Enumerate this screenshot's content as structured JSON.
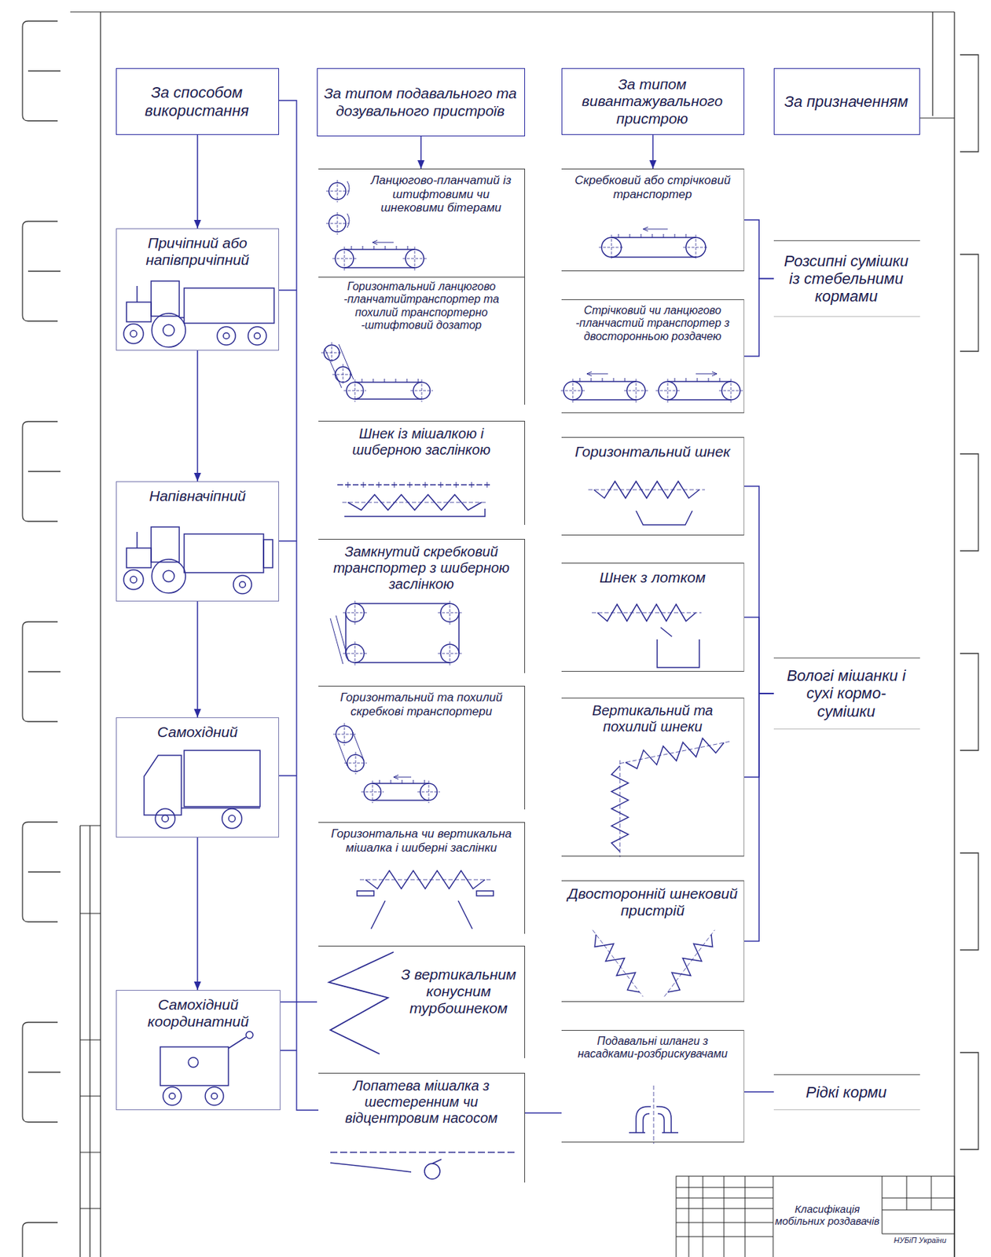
{
  "diagram": {
    "nodes": [
      {
        "text": [
          "За способом використання"
        ]
      },
      {
        "text": [
          "За типом подавального та дозувального пристроїв"
        ]
      },
      {
        "text": [
          "За типом вивантажувального пристрою"
        ]
      },
      {
        "text": [
          "За призначенням"
        ]
      },
      {
        "text": [
          "Причіпний або напівпричіпний"
        ]
      },
      {
        "text": [
          "Напівначіпний"
        ]
      },
      {
        "text": [
          "Самохідний"
        ]
      },
      {
        "text": [
          "Самохідний координатний"
        ]
      },
      {
        "text": [
          "Ланцюгово-планчатий із штифтовими чи шнековими бітерами"
        ]
      },
      {
        "text": [
          "Горизонтальний ланцюгово -планчатийтранспортер та похилий транспортерно -штифтовий дозатор"
        ]
      },
      {
        "text": [
          "Шнек із мішалкою і шиберною заслінкою"
        ]
      },
      {
        "text": [
          "Замкнутий скребковий транспортер з шиберною заслінкою"
        ]
      },
      {
        "text": [
          "Горизонтальний та похилий скребкові транспортери"
        ]
      },
      {
        "text": [
          "Горизонтальна чи вертикальна мішалка і шиберні заслінки"
        ]
      },
      {
        "text": [
          "З вертикальним конусним турбошнеком"
        ]
      },
      {
        "text": [
          "Лопатева мішалка з шестеренним чи відцентровим насосом"
        ]
      },
      {
        "text": [
          "Скребковий або стрічковий транспортер"
        ]
      },
      {
        "text": [
          "Стрічковий чи ланцюгово -планчастий транспортер з двосторонньою роздачею"
        ]
      },
      {
        "text": [
          "Горизонтальний шнек"
        ]
      },
      {
        "text": [
          "Шнек з лотком"
        ]
      },
      {
        "text": [
          "Вертикальний та похилий шнеки"
        ]
      },
      {
        "text": [
          "Двосторонній шнековий пристрій"
        ]
      },
      {
        "text": [
          "Подавальні шланги з насадками-розбрискувачами"
        ]
      },
      {
        "text": [
          "Розсипні сумішки із стебельними кормами"
        ]
      },
      {
        "text": [
          "Вологі мішанки і сухі кормо- сумішки"
        ]
      },
      {
        "text": [
          "Рідкі корми"
        ]
      }
    ],
    "edges": [
      {
        "from": 0,
        "to": 4,
        "arrow": "to"
      },
      {
        "from": 4,
        "to": 5,
        "arrow": "to"
      },
      {
        "from": 5,
        "to": 6,
        "arrow": "to"
      },
      {
        "from": 6,
        "to": 7,
        "arrow": "to"
      },
      {
        "from": 1,
        "to": 8,
        "arrow": "to"
      },
      {
        "from": 2,
        "to": 16,
        "arrow": "to"
      },
      {
        "from": 16,
        "to": 23,
        "arrow": "none"
      },
      {
        "from": 17,
        "to": 23,
        "arrow": "none"
      },
      {
        "from": 18,
        "to": 24,
        "arrow": "none"
      },
      {
        "from": 19,
        "to": 24,
        "arrow": "none"
      },
      {
        "from": 20,
        "to": 24,
        "arrow": "none"
      },
      {
        "from": 21,
        "to": 24,
        "arrow": "none"
      },
      {
        "from": 15,
        "to": 22,
        "arrow": "none"
      },
      {
        "from": 22,
        "to": 25,
        "arrow": "none"
      }
    ],
    "labels": [
      "Класифікація мобільних роздавачів",
      "НУБіП України"
    ]
  }
}
